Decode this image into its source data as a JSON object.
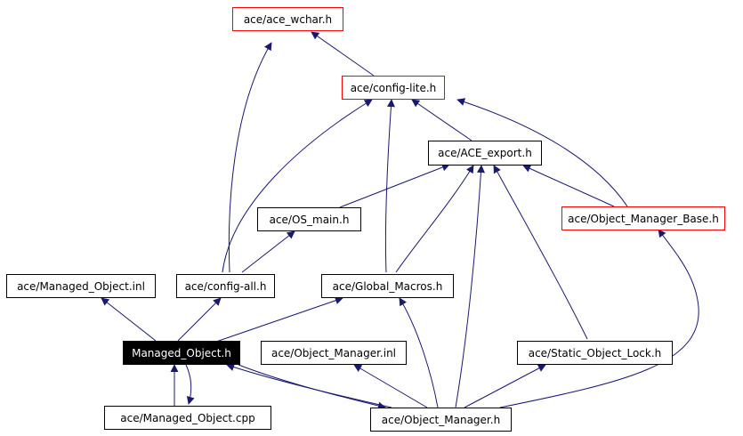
{
  "colors": {
    "edge": "#191970",
    "node_border": "#000000",
    "incomplete_border": "#ff0000",
    "current_fill": "#000000",
    "current_text": "#ffffff"
  },
  "nodes": {
    "ace_wchar": "ace/ace_wchar.h",
    "config_lite": "ace/config-lite.h",
    "ace_export": "ace/ACE_export.h",
    "os_main": "ace/OS_main.h",
    "object_manager_base": "ace/Object_Manager_Base.h",
    "managed_object_inl": "ace/Managed_Object.inl",
    "config_all": "ace/config-all.h",
    "global_macros": "ace/Global_Macros.h",
    "managed_object_h": "Managed_Object.h",
    "object_manager_inl": "ace/Object_Manager.inl",
    "static_object_lock": "ace/Static_Object_Lock.h",
    "managed_object_cpp": "ace/Managed_Object.cpp",
    "object_manager_h": "ace/Object_Manager.h"
  }
}
